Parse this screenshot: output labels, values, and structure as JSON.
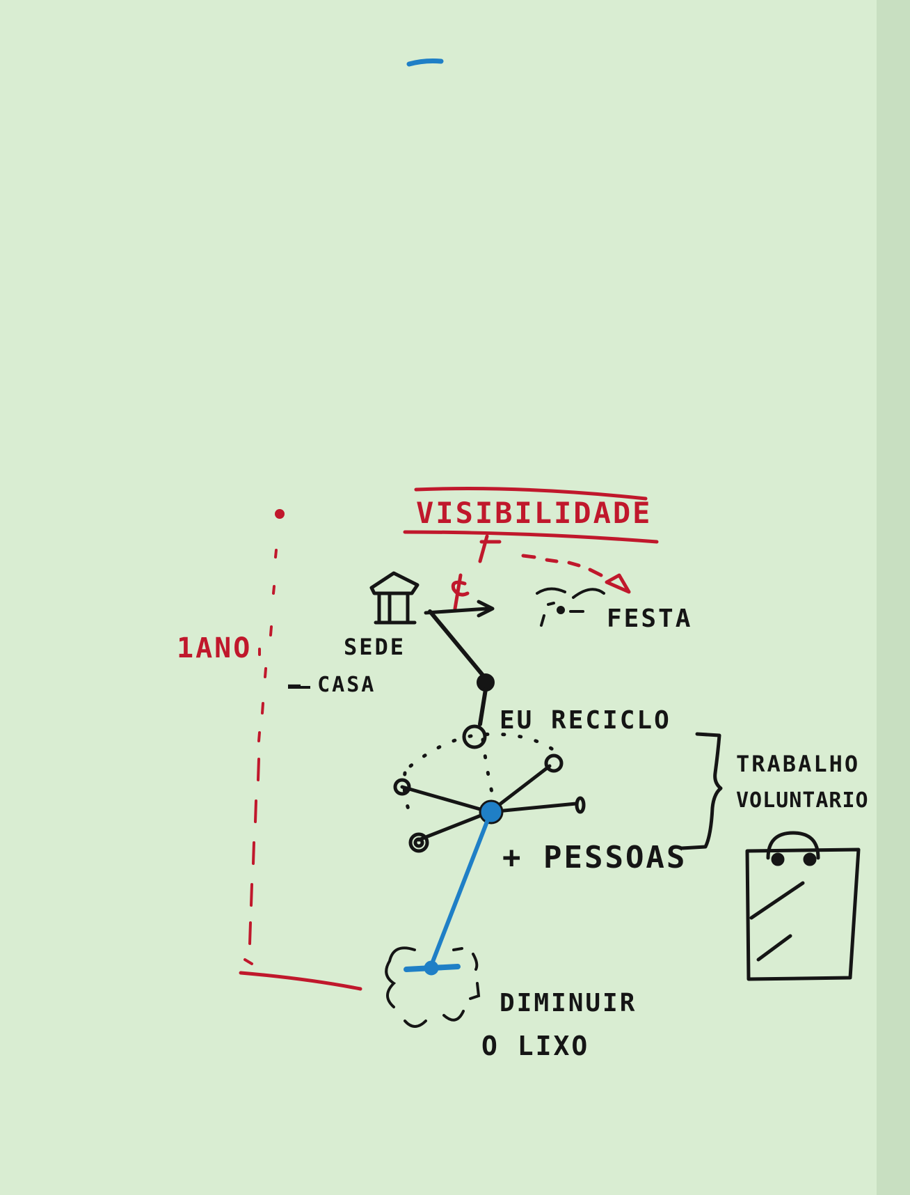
{
  "colors": {
    "paper": "#d7ecd0",
    "red_marker": "#c0182c",
    "black_marker": "#151515",
    "blue_marker": "#1f7fc6"
  },
  "diagram": {
    "heading": "VISIBILIDADE",
    "timeline": {
      "duration_label": "1ANO",
      "casa_label": "— CASA"
    },
    "nodes": {
      "sede": "SEDE",
      "festa": "FESTA",
      "eu_reciclo": "EU RECICLO",
      "mais_pessoas": "+ PESSOAS",
      "trabalho_voluntario_line1": "TRABALHO",
      "trabalho_voluntario_line2": "VOLUNTARIO",
      "diminuir_line1": "DIMINUIR",
      "diminuir_line2": "O LIXO"
    },
    "icons": [
      "house-icon",
      "dollar-icon",
      "party-icon",
      "shopping-bag-icon",
      "network-icon",
      "cloud-icon"
    ]
  }
}
